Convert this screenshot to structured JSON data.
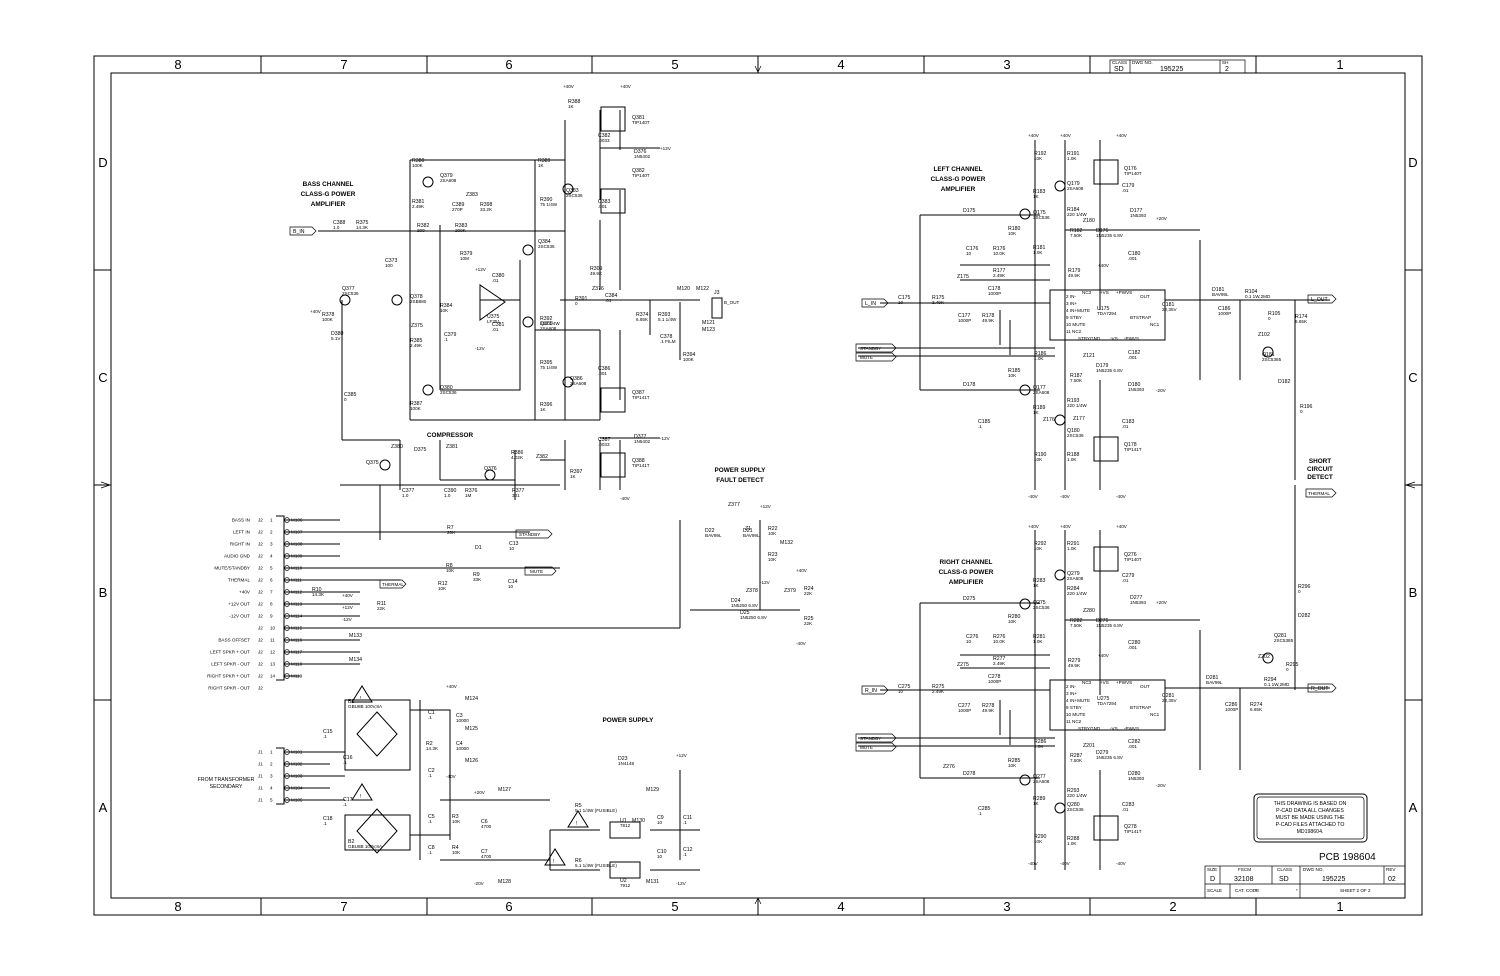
{
  "zones": {
    "columns": [
      "8",
      "7",
      "6",
      "5",
      "4",
      "3",
      "2",
      "1"
    ],
    "rows": [
      "D",
      "C",
      "B",
      "A"
    ]
  },
  "title_block_top": {
    "class_label": "CLASS",
    "class": "SD",
    "dwg_label": "DWG NO.",
    "dwg": "195225",
    "sh_label": "SH",
    "sh": "2"
  },
  "title_block": {
    "size_label": "SIZE",
    "size": "D",
    "fscm_label": "FSCM",
    "fscm": "32108",
    "class_label": "CLASS",
    "class": "SD",
    "dwg_label": "DWG NO.",
    "dwg": "195225",
    "rev_label": "REV",
    "rev": "02",
    "scale_label": "SCALE",
    "scale_val": "*",
    "cat_label": "CAT. CODE",
    "cat_val": "*",
    "sheet": "SHEET 2 OF 2"
  },
  "pcb": "PCB 198604",
  "note": [
    "THIS DRAWING IS BASED ON",
    "P-CAD DATA ALL CHANGES",
    "MUST BE MADE USING THE",
    "P-CAD FILES ATTACHED TO",
    "MD198604."
  ],
  "sections": {
    "bass": [
      "BASS CHANNEL",
      "CLASS-G POWER",
      "AMPLIFIER"
    ],
    "left": [
      "LEFT CHANNEL",
      "CLASS-G POWER",
      "AMPLIFIER"
    ],
    "right": [
      "RIGHT CHANNEL",
      "CLASS-G POWER",
      "AMPLIFIER"
    ],
    "compressor": "COMPRESSOR",
    "fault": [
      "POWER SUPPLY",
      "FAULT DETECT"
    ],
    "psu": "POWER SUPPLY",
    "short": [
      "SHORT",
      "CIRCUIT",
      "DETECT"
    ],
    "transformer": [
      "FROM TRANSFORMER",
      "SECONDARY"
    ]
  },
  "connector_j2": [
    {
      "label": "BASS IN",
      "pin": "1",
      "m": "M106",
      "flag": "B_IN"
    },
    {
      "label": "LEFT IN",
      "pin": "2",
      "m": "M107",
      "flag": "L_IN"
    },
    {
      "label": "RIGHT IN",
      "pin": "3",
      "m": "M108",
      "flag": "R_IN"
    },
    {
      "label": "AUDIO GND",
      "pin": "4",
      "m": "M109",
      "flag": ""
    },
    {
      "label": "MUTE/STANDBY",
      "pin": "5",
      "m": "M110",
      "flag": ""
    },
    {
      "label": "THERMAL",
      "pin": "6",
      "m": "M111",
      "flag": "THERMAL"
    },
    {
      "label": "+40V",
      "pin": "7",
      "m": "M112",
      "flag": ""
    },
    {
      "label": "+12V OUT",
      "pin": "8",
      "m": "M113",
      "flag": ""
    },
    {
      "label": "-12V OUT",
      "pin": "9",
      "m": "M114",
      "flag": ""
    },
    {
      "label": "",
      "pin": "10",
      "m": "M115",
      "flag": ""
    },
    {
      "label": "BASS OFFSET",
      "pin": "11",
      "m": "M116",
      "flag": ""
    },
    {
      "label": "LEFT SPKR + OUT",
      "pin": "12",
      "m": "M117",
      "flag": "L_OUT"
    },
    {
      "label": "LEFT SPKR - OUT",
      "pin": "13",
      "m": "M118",
      "flag": ""
    },
    {
      "label": "RIGHT SPKR + OUT",
      "pin": "14",
      "m": "M119",
      "flag": "R_OUT"
    },
    {
      "label": "RIGHT SPKR - OUT",
      "pin": "",
      "m": "",
      "flag": ""
    }
  ],
  "connector_j1": [
    "M101",
    "M102",
    "M103",
    "M104",
    "M105"
  ],
  "net_flags": {
    "b_in": "B_IN",
    "l_in": "L_IN",
    "r_in": "R_IN",
    "standby": "STANDBY",
    "mute": "MUTE",
    "thermal": "THERMAL",
    "l_out": "L_OUT",
    "r_out": "R_OUT",
    "b_out": "B_OUT"
  },
  "rails": {
    "p40": "+40V",
    "n40": "-40V",
    "p20": "+20V",
    "n20": "-20V",
    "p12": "+12V",
    "n12": "-12V"
  },
  "bass_parts": [
    {
      "ref": "R388",
      "val": "1K"
    },
    {
      "ref": "Q381",
      "val": "TIP140T"
    },
    {
      "ref": "C382",
      "val": ".0033"
    },
    {
      "ref": "D376",
      "val": "1N5402"
    },
    {
      "ref": "R380",
      "val": "100K"
    },
    {
      "ref": "Q379",
      "val": "2SA608"
    },
    {
      "ref": "R389",
      "val": "1K"
    },
    {
      "ref": "Q382",
      "val": "TIP140T"
    },
    {
      "ref": "Q383",
      "val": "2SC536"
    },
    {
      "ref": "C383",
      "val": ".001"
    },
    {
      "ref": "R381",
      "val": "2.49K"
    },
    {
      "ref": "C389",
      "val": "270P"
    },
    {
      "ref": "Z383",
      "val": ""
    },
    {
      "ref": "R398",
      "val": "33.2K"
    },
    {
      "ref": "R390",
      "val": "75 1/4W"
    },
    {
      "ref": "C388",
      "val": "1.0"
    },
    {
      "ref": "R375",
      "val": "14.3K"
    },
    {
      "ref": "R382",
      "val": "200"
    },
    {
      "ref": "R383",
      "val": "200K"
    },
    {
      "ref": "Q384",
      "val": "2SC536"
    },
    {
      "ref": "C373",
      "val": "100"
    },
    {
      "ref": "R379",
      "val": "10M"
    },
    {
      "ref": "C380",
      "val": ".01"
    },
    {
      "ref": "U375",
      "val": "LF351"
    },
    {
      "ref": "R384",
      "val": "10K"
    },
    {
      "ref": "Z375",
      "val": ""
    },
    {
      "ref": "C379",
      "val": ".1"
    },
    {
      "ref": "C381",
      "val": ".01"
    },
    {
      "ref": "Q377",
      "val": "2SC536"
    },
    {
      "ref": "Q378",
      "val": "2SB880"
    },
    {
      "ref": "R378",
      "val": "100K"
    },
    {
      "ref": "D380",
      "val": "5.1V"
    },
    {
      "ref": "R385",
      "val": "2.49K"
    },
    {
      "ref": "R391",
      "val": "0"
    },
    {
      "ref": "R392",
      "val": "220 1/4W"
    },
    {
      "ref": "Q385",
      "val": "2SA608"
    },
    {
      "ref": "R309",
      "val": "49.9K"
    },
    {
      "ref": "Z376",
      "val": ""
    },
    {
      "ref": "C384",
      "val": ".01"
    },
    {
      "ref": "R374",
      "val": "6.65K"
    },
    {
      "ref": "R393",
      "val": "5.1 1/4W"
    },
    {
      "ref": "C378",
      "val": ".1 FILM"
    },
    {
      "ref": "R394",
      "val": "100K"
    },
    {
      "ref": "J3",
      "val": ""
    },
    {
      "ref": "M120",
      "val": ""
    },
    {
      "ref": "M122",
      "val": ""
    },
    {
      "ref": "M121",
      "val": ""
    },
    {
      "ref": "M123",
      "val": ""
    },
    {
      "ref": "Q380",
      "val": "2SC536"
    },
    {
      "ref": "R387",
      "val": "100K"
    },
    {
      "ref": "R395",
      "val": "75 1/4W"
    },
    {
      "ref": "Q386",
      "val": "2SA608"
    },
    {
      "ref": "C386",
      "val": ".001"
    },
    {
      "ref": "Q387",
      "val": "TIP141T"
    },
    {
      "ref": "R396",
      "val": "1K"
    },
    {
      "ref": "C387",
      "val": ".0033"
    },
    {
      "ref": "D377",
      "val": "1N5402"
    },
    {
      "ref": "Q388",
      "val": "TIP141T"
    },
    {
      "ref": "R397",
      "val": "1K"
    },
    {
      "ref": "C385",
      "val": "0"
    },
    {
      "ref": "Z380",
      "val": ""
    },
    {
      "ref": "D375",
      "val": ""
    },
    {
      "ref": "Z381",
      "val": ""
    },
    {
      "ref": "Q375",
      "val": ""
    },
    {
      "ref": "Q376",
      "val": ""
    },
    {
      "ref": "R386",
      "val": "4.02K"
    },
    {
      "ref": "Z382",
      "val": ""
    },
    {
      "ref": "C377",
      "val": "1.0"
    },
    {
      "ref": "C390",
      "val": "1.0"
    },
    {
      "ref": "R376",
      "val": "1M"
    },
    {
      "ref": "R377",
      "val": "301"
    }
  ],
  "mid_parts": [
    {
      "ref": "R7",
      "val": "20K"
    },
    {
      "ref": "C13",
      "val": "10"
    },
    {
      "ref": "D1",
      "val": ""
    },
    {
      "ref": "R8",
      "val": "10K"
    },
    {
      "ref": "R9",
      "val": "33K"
    },
    {
      "ref": "R12",
      "val": "10K"
    },
    {
      "ref": "C14",
      "val": "10"
    },
    {
      "ref": "R10",
      "val": "14.3K"
    },
    {
      "ref": "R11",
      "val": "22K"
    },
    {
      "ref": "M133",
      "val": ""
    },
    {
      "ref": "M134",
      "val": ""
    }
  ],
  "fault_parts": [
    {
      "ref": "D22",
      "val": "BAV99L"
    },
    {
      "ref": "Z377",
      "val": ""
    },
    {
      "ref": "Z1",
      "val": ""
    },
    {
      "ref": "D21",
      "val": "BAV99L"
    },
    {
      "ref": "R22",
      "val": "10K"
    },
    {
      "ref": "M132",
      "val": ""
    },
    {
      "ref": "R23",
      "val": "10K"
    },
    {
      "ref": "Z378",
      "val": ""
    },
    {
      "ref": "Z379",
      "val": ""
    },
    {
      "ref": "D24",
      "val": "1N5250 6.8V"
    },
    {
      "ref": "D25",
      "val": "1N5250 6.8V"
    },
    {
      "ref": "R24",
      "val": "22K"
    },
    {
      "ref": "R25",
      "val": "22K"
    }
  ],
  "psu_parts": [
    {
      "ref": "B1",
      "val": "GBU8B 100V,8A"
    },
    {
      "ref": "B2",
      "val": "GBU8B 100V,8A"
    },
    {
      "ref": "C15",
      "val": ".1"
    },
    {
      "ref": "C16",
      "val": ".1"
    },
    {
      "ref": "C17",
      "val": ".1"
    },
    {
      "ref": "C18",
      "val": ".1"
    },
    {
      "ref": "C1",
      "val": ".1"
    },
    {
      "ref": "C3",
      "val": "10000"
    },
    {
      "ref": "R2",
      "val": "14.3K"
    },
    {
      "ref": "C4",
      "val": "10000"
    },
    {
      "ref": "C2",
      "val": ".1"
    },
    {
      "ref": "M124",
      "val": ""
    },
    {
      "ref": "M125",
      "val": ""
    },
    {
      "ref": "M126",
      "val": ""
    },
    {
      "ref": "C5",
      "val": ".1"
    },
    {
      "ref": "R3",
      "val": "10K"
    },
    {
      "ref": "C6",
      "val": "4700"
    },
    {
      "ref": "C8",
      "val": ".1"
    },
    {
      "ref": "R4",
      "val": "10K"
    },
    {
      "ref": "C7",
      "val": "4700"
    },
    {
      "ref": "M127",
      "val": ""
    },
    {
      "ref": "M128",
      "val": ""
    },
    {
      "ref": "R5",
      "val": "5.1 1/4W (FUSIBLE)"
    },
    {
      "ref": "R6",
      "val": "5.1 1/4W (FUSIBLE)"
    },
    {
      "ref": "D23",
      "val": "1N4148"
    },
    {
      "ref": "U1",
      "val": "7812"
    },
    {
      "ref": "U2",
      "val": "7912"
    },
    {
      "ref": "M129",
      "val": ""
    },
    {
      "ref": "M130",
      "val": ""
    },
    {
      "ref": "M131",
      "val": ""
    },
    {
      "ref": "C9",
      "val": "10"
    },
    {
      "ref": "C10",
      "val": "10"
    },
    {
      "ref": "C11",
      "val": ".1"
    },
    {
      "ref": "C12",
      "val": ".1"
    }
  ],
  "left_parts": [
    {
      "ref": "R192",
      "val": "10K"
    },
    {
      "ref": "R191",
      "val": "1.0K"
    },
    {
      "ref": "Q176",
      "val": "TIP140T"
    },
    {
      "ref": "R183",
      "val": "1K"
    },
    {
      "ref": "Q179",
      "val": "2SA608"
    },
    {
      "ref": "C179",
      "val": ".01"
    },
    {
      "ref": "R184",
      "val": "220 1/4W"
    },
    {
      "ref": "D175",
      "val": ""
    },
    {
      "ref": "Q175",
      "val": "2SC536"
    },
    {
      "ref": "D177",
      "val": "1N5393"
    },
    {
      "ref": "Z180",
      "val": ""
    },
    {
      "ref": "R180",
      "val": "10K"
    },
    {
      "ref": "R182",
      "val": "7.50K"
    },
    {
      "ref": "D176",
      "val": "1N5235 6.8V"
    },
    {
      "ref": "R181",
      "val": "1.0K"
    },
    {
      "ref": "C176",
      "val": "10"
    },
    {
      "ref": "R176",
      "val": "10.0K"
    },
    {
      "ref": "C180",
      "val": ".001"
    },
    {
      "ref": "R177",
      "val": "2.49K"
    },
    {
      "ref": "R179",
      "val": "49.9K"
    },
    {
      "ref": "Z175",
      "val": ""
    },
    {
      "ref": "C178",
      "val": "1000P"
    },
    {
      "ref": "D181",
      "val": "BAV99L"
    },
    {
      "ref": "R104",
      "val": "0.1 1W,2MD"
    },
    {
      "ref": "C175",
      "val": "10"
    },
    {
      "ref": "R175",
      "val": "2.49K"
    },
    {
      "ref": "C177",
      "val": "1000P"
    },
    {
      "ref": "R178",
      "val": "49.9K"
    },
    {
      "ref": "U175",
      "val": "TDA7294"
    },
    {
      "ref": "C181",
      "val": "22,35V"
    },
    {
      "ref": "C186",
      "val": "1000P"
    },
    {
      "ref": "R105",
      "val": "0"
    },
    {
      "ref": "R174",
      "val": "6.65K"
    },
    {
      "ref": "Z102",
      "val": ""
    },
    {
      "ref": "Q181",
      "val": "2SC5385"
    },
    {
      "ref": "R186",
      "val": "1.0K"
    },
    {
      "ref": "Z121",
      "val": ""
    },
    {
      "ref": "C182",
      "val": ".001"
    },
    {
      "ref": "R185",
      "val": "10K"
    },
    {
      "ref": "R187",
      "val": "7.50K"
    },
    {
      "ref": "D179",
      "val": "1N5235 6.8V"
    },
    {
      "ref": "D178",
      "val": ""
    },
    {
      "ref": "Q177",
      "val": "2SA608"
    },
    {
      "ref": "D180",
      "val": "1N5393"
    },
    {
      "ref": "D182",
      "val": ""
    },
    {
      "ref": "R193",
      "val": "220 1/4W"
    },
    {
      "ref": "R189",
      "val": "1K"
    },
    {
      "ref": "C185",
      "val": ".1"
    },
    {
      "ref": "Z176",
      "val": ""
    },
    {
      "ref": "Z177",
      "val": ""
    },
    {
      "ref": "Q180",
      "val": "2SC536"
    },
    {
      "ref": "C183",
      "val": ".01"
    },
    {
      "ref": "R196",
      "val": "0"
    },
    {
      "ref": "Q178",
      "val": "TIP141T"
    },
    {
      "ref": "R190",
      "val": "10K"
    },
    {
      "ref": "R188",
      "val": "1.0K"
    }
  ],
  "right_parts": [
    {
      "ref": "R292",
      "val": "10K"
    },
    {
      "ref": "R291",
      "val": "1.0K"
    },
    {
      "ref": "Q276",
      "val": "TIP140T"
    },
    {
      "ref": "R283",
      "val": "1K"
    },
    {
      "ref": "Q279",
      "val": "2SA608"
    },
    {
      "ref": "C279",
      "val": ".01"
    },
    {
      "ref": "R284",
      "val": "220 1/4W"
    },
    {
      "ref": "D275",
      "val": ""
    },
    {
      "ref": "Q275",
      "val": "2SC536"
    },
    {
      "ref": "D277",
      "val": "1N5393"
    },
    {
      "ref": "Z280",
      "val": ""
    },
    {
      "ref": "R280",
      "val": "10K"
    },
    {
      "ref": "R282",
      "val": "7.50K"
    },
    {
      "ref": "D276",
      "val": "1N5235 6.8V"
    },
    {
      "ref": "R281",
      "val": "1.0K"
    },
    {
      "ref": "C276",
      "val": "10"
    },
    {
      "ref": "R276",
      "val": "10.0K"
    },
    {
      "ref": "C280",
      "val": ".001"
    },
    {
      "ref": "R277",
      "val": "2.49K"
    },
    {
      "ref": "R279",
      "val": "49.9K"
    },
    {
      "ref": "Z275",
      "val": ""
    },
    {
      "ref": "C278",
      "val": "1000P"
    },
    {
      "ref": "D281",
      "val": "BAV99L"
    },
    {
      "ref": "R294",
      "val": "0.1 1W,2MD"
    },
    {
      "ref": "C275",
      "val": "10"
    },
    {
      "ref": "R275",
      "val": "2.49K"
    },
    {
      "ref": "C277",
      "val": "1000P"
    },
    {
      "ref": "R278",
      "val": "49.9K"
    },
    {
      "ref": "U275",
      "val": "TDA7294"
    },
    {
      "ref": "C281",
      "val": "22,35V"
    },
    {
      "ref": "C286",
      "val": "1000P"
    },
    {
      "ref": "R274",
      "val": "6.65K"
    },
    {
      "ref": "R295",
      "val": "0"
    },
    {
      "ref": "Z202",
      "val": ""
    },
    {
      "ref": "Q281",
      "val": "2SC5385"
    },
    {
      "ref": "R296",
      "val": "0"
    },
    {
      "ref": "D282",
      "val": ""
    },
    {
      "ref": "R286",
      "val": "1.0K"
    },
    {
      "ref": "Z201",
      "val": ""
    },
    {
      "ref": "C282",
      "val": ".001"
    },
    {
      "ref": "R285",
      "val": "10K"
    },
    {
      "ref": "R287",
      "val": "7.50K"
    },
    {
      "ref": "D279",
      "val": "1N5235 6.8V"
    },
    {
      "ref": "Z276",
      "val": ""
    },
    {
      "ref": "D278",
      "val": ""
    },
    {
      "ref": "Q277",
      "val": "2SA608"
    },
    {
      "ref": "D280",
      "val": "1N5393"
    },
    {
      "ref": "R293",
      "val": "220 1/4W"
    },
    {
      "ref": "R289",
      "val": "1K"
    },
    {
      "ref": "Q280",
      "val": "2SC536"
    },
    {
      "ref": "C285",
      "val": ".1"
    },
    {
      "ref": "C283",
      "val": ".01"
    },
    {
      "ref": "Q278",
      "val": "TIP141T"
    },
    {
      "ref": "R290",
      "val": "10K"
    },
    {
      "ref": "R288",
      "val": "1.0K"
    }
  ],
  "tda_pins": {
    "in_m": "2 IN-",
    "in_p": "3 IN+",
    "in_mute": "4 IN+MUTE",
    "stby": "9 STBY",
    "mute": "10 MUTE",
    "nc2": "11 NC2",
    "stbygnd": "STBYGND",
    "vs": "+VS",
    "pwvs": "+PWVS",
    "out": "OUT",
    "btstrap": "BTSTRAP",
    "nc1": "NC1",
    "nc3": "NC3",
    "pwvs_n": "-PWVS",
    "vs_n": "-VS"
  }
}
